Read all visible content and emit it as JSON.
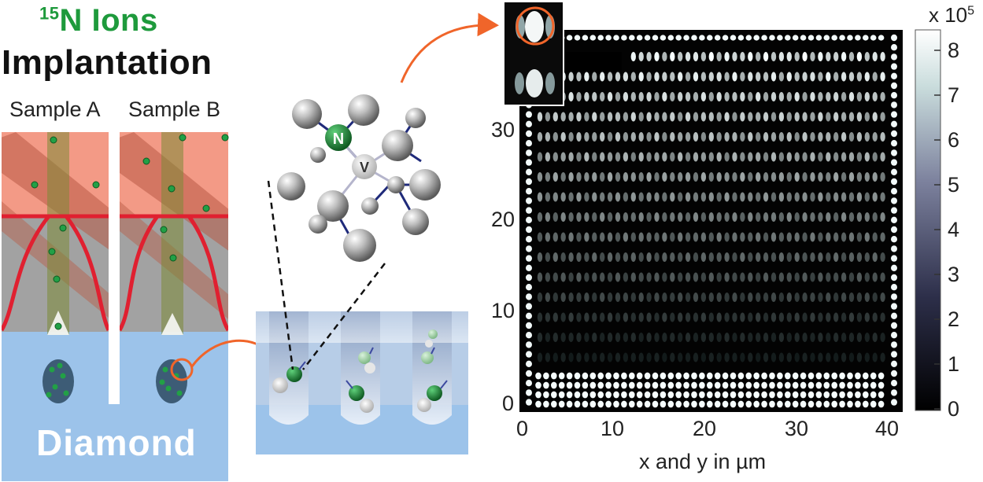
{
  "title": {
    "isotope": "15",
    "ions": "N Ions",
    "line2": "Implantation"
  },
  "samples": [
    "Sample A",
    "Sample B"
  ],
  "substrate_label": "Diamond",
  "atoms": {
    "nitrogen": "N",
    "vacancy": "V"
  },
  "plot": {
    "x_ticks": [
      "0",
      "10",
      "20",
      "30",
      "40"
    ],
    "y_ticks": [
      "0",
      "10",
      "20",
      "30"
    ],
    "xlabel": "x and y in µm"
  },
  "colorbar": {
    "unit_base": "x 10",
    "unit_exp": "5",
    "ticks": [
      "0",
      "1",
      "2",
      "3",
      "4",
      "5",
      "6",
      "7",
      "8"
    ]
  },
  "colors": {
    "accent": "#f0652a",
    "nitrogen": "#1e8a3a",
    "diamond": "#9cc3ea",
    "mask": "#f39a86"
  }
}
